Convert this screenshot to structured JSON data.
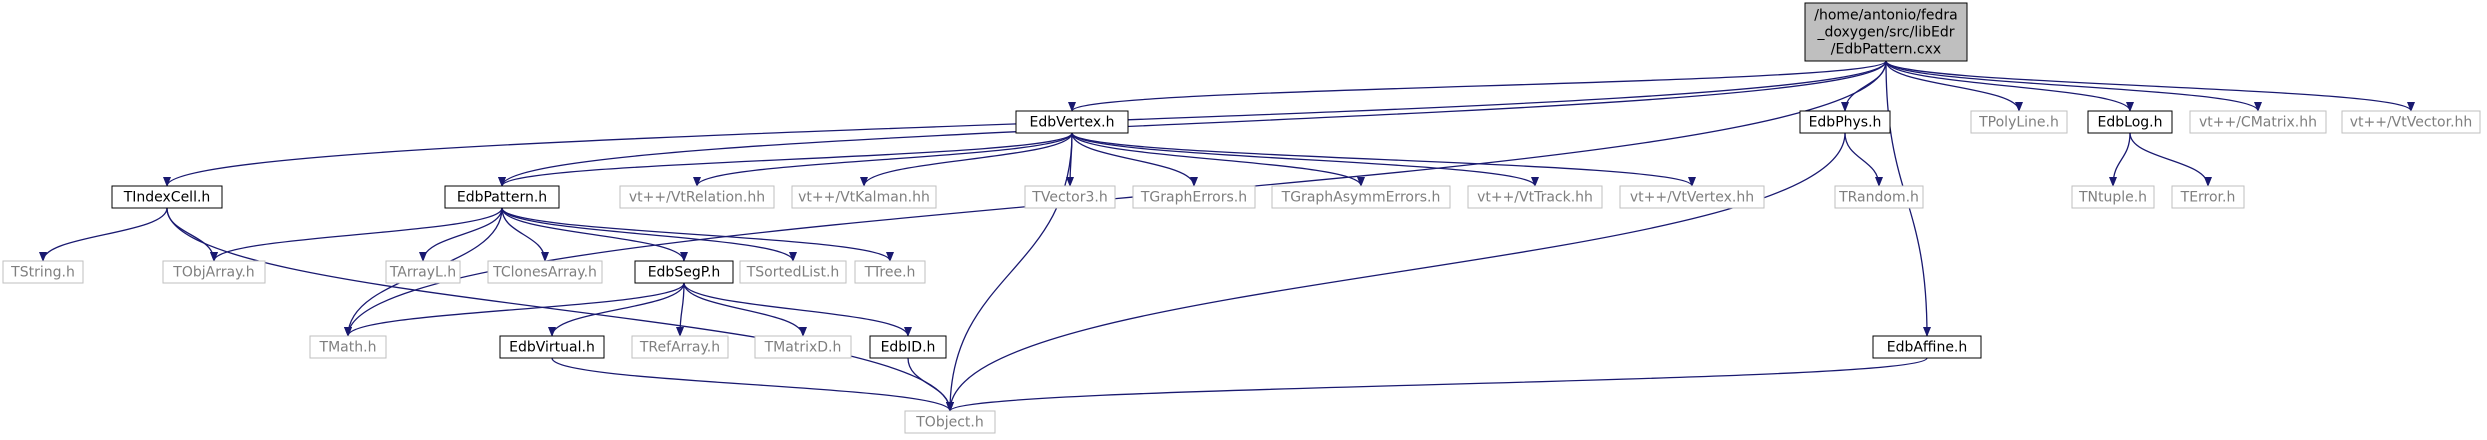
{
  "graph": {
    "nodes": [
      {
        "id": "root",
        "lines": [
          "/home/antonio/fedra",
          "_doxygen/src/libEdr",
          "/EdbPattern.cxx"
        ],
        "style": "root"
      },
      {
        "id": "tindexcell",
        "lines": [
          "TIndexCell.h"
        ],
        "style": "solid"
      },
      {
        "id": "edbvertex",
        "lines": [
          "EdbVertex.h"
        ],
        "style": "solid"
      },
      {
        "id": "edbphys",
        "lines": [
          "EdbPhys.h"
        ],
        "style": "solid"
      },
      {
        "id": "tpolyline",
        "lines": [
          "TPolyLine.h"
        ],
        "style": "external"
      },
      {
        "id": "edblog",
        "lines": [
          "EdbLog.h"
        ],
        "style": "solid"
      },
      {
        "id": "cmatrix",
        "lines": [
          "vt++/CMatrix.hh"
        ],
        "style": "external"
      },
      {
        "id": "vtvector",
        "lines": [
          "vt++/VtVector.hh"
        ],
        "style": "external"
      },
      {
        "id": "tstring",
        "lines": [
          "TString.h"
        ],
        "style": "external"
      },
      {
        "id": "tobjarray",
        "lines": [
          "TObjArray.h"
        ],
        "style": "external"
      },
      {
        "id": "edbpattern",
        "lines": [
          "EdbPattern.h"
        ],
        "style": "solid"
      },
      {
        "id": "vtrelation",
        "lines": [
          "vt++/VtRelation.hh"
        ],
        "style": "external"
      },
      {
        "id": "vtkalman",
        "lines": [
          "vt++/VtKalman.hh"
        ],
        "style": "external"
      },
      {
        "id": "tvector3",
        "lines": [
          "TVector3.h"
        ],
        "style": "external"
      },
      {
        "id": "tgrapherrors",
        "lines": [
          "TGraphErrors.h"
        ],
        "style": "external"
      },
      {
        "id": "tgraphasymm",
        "lines": [
          "TGraphAsymmErrors.h"
        ],
        "style": "external"
      },
      {
        "id": "vttrack",
        "lines": [
          "vt++/VtTrack.hh"
        ],
        "style": "external"
      },
      {
        "id": "vtvertex",
        "lines": [
          "vt++/VtVertex.hh"
        ],
        "style": "external"
      },
      {
        "id": "trandom",
        "lines": [
          "TRandom.h"
        ],
        "style": "external"
      },
      {
        "id": "tntuple",
        "lines": [
          "TNtuple.h"
        ],
        "style": "external"
      },
      {
        "id": "terror",
        "lines": [
          "TError.h"
        ],
        "style": "external"
      },
      {
        "id": "tarrayl",
        "lines": [
          "TArrayL.h"
        ],
        "style": "external"
      },
      {
        "id": "tclonesarray",
        "lines": [
          "TClonesArray.h"
        ],
        "style": "external"
      },
      {
        "id": "edbsegp",
        "lines": [
          "EdbSegP.h"
        ],
        "style": "solid"
      },
      {
        "id": "tsortedlist",
        "lines": [
          "TSortedList.h"
        ],
        "style": "external"
      },
      {
        "id": "ttree",
        "lines": [
          "TTree.h"
        ],
        "style": "external"
      },
      {
        "id": "tmath",
        "lines": [
          "TMath.h"
        ],
        "style": "external"
      },
      {
        "id": "edbvirtual",
        "lines": [
          "EdbVirtual.h"
        ],
        "style": "solid"
      },
      {
        "id": "trefarray",
        "lines": [
          "TRefArray.h"
        ],
        "style": "external"
      },
      {
        "id": "tmatrixd",
        "lines": [
          "TMatrixD.h"
        ],
        "style": "external"
      },
      {
        "id": "edbid",
        "lines": [
          "EdbID.h"
        ],
        "style": "solid"
      },
      {
        "id": "edbaffine",
        "lines": [
          "EdbAffine.h"
        ],
        "style": "solid"
      },
      {
        "id": "tobject",
        "lines": [
          "TObject.h"
        ],
        "style": "external"
      }
    ],
    "edges": [
      [
        "root",
        "tindexcell"
      ],
      [
        "root",
        "tmath"
      ],
      [
        "root",
        "edbpattern"
      ],
      [
        "root",
        "edbvertex"
      ],
      [
        "root",
        "edbphys"
      ],
      [
        "root",
        "edbaffine"
      ],
      [
        "root",
        "tpolyline"
      ],
      [
        "root",
        "edblog"
      ],
      [
        "root",
        "cmatrix"
      ],
      [
        "root",
        "vtvector"
      ],
      [
        "tindexcell",
        "tstring"
      ],
      [
        "tindexcell",
        "tobjarray"
      ],
      [
        "tindexcell",
        "tobject"
      ],
      [
        "edbvertex",
        "edbpattern"
      ],
      [
        "edbvertex",
        "vtrelation"
      ],
      [
        "edbvertex",
        "vtkalman"
      ],
      [
        "edbvertex",
        "tvector3"
      ],
      [
        "edbvertex",
        "tgrapherrors"
      ],
      [
        "edbvertex",
        "tgraphasymm"
      ],
      [
        "edbvertex",
        "vttrack"
      ],
      [
        "edbvertex",
        "vtvertex"
      ],
      [
        "edbvertex",
        "tobject"
      ],
      [
        "edbphys",
        "trandom"
      ],
      [
        "edbphys",
        "tobject"
      ],
      [
        "edblog",
        "tntuple"
      ],
      [
        "edblog",
        "terror"
      ],
      [
        "edbpattern",
        "tobjarray"
      ],
      [
        "edbpattern",
        "tarrayl"
      ],
      [
        "edbpattern",
        "tclonesarray"
      ],
      [
        "edbpattern",
        "edbsegp"
      ],
      [
        "edbpattern",
        "tsortedlist"
      ],
      [
        "edbpattern",
        "ttree"
      ],
      [
        "edbpattern",
        "tmath"
      ],
      [
        "edbsegp",
        "tmath"
      ],
      [
        "edbsegp",
        "edbvirtual"
      ],
      [
        "edbsegp",
        "trefarray"
      ],
      [
        "edbsegp",
        "tmatrixd"
      ],
      [
        "edbsegp",
        "edbid"
      ],
      [
        "edbvirtual",
        "tobject"
      ],
      [
        "edbid",
        "tobject"
      ],
      [
        "edbaffine",
        "tobject"
      ]
    ]
  },
  "colors": {
    "edge": "#191970",
    "root_fill": "#bfbfbf",
    "solid_border": "#000000",
    "external_border": "#bfbfbf",
    "text": "#000000",
    "external_text": "#7f7f7f"
  }
}
